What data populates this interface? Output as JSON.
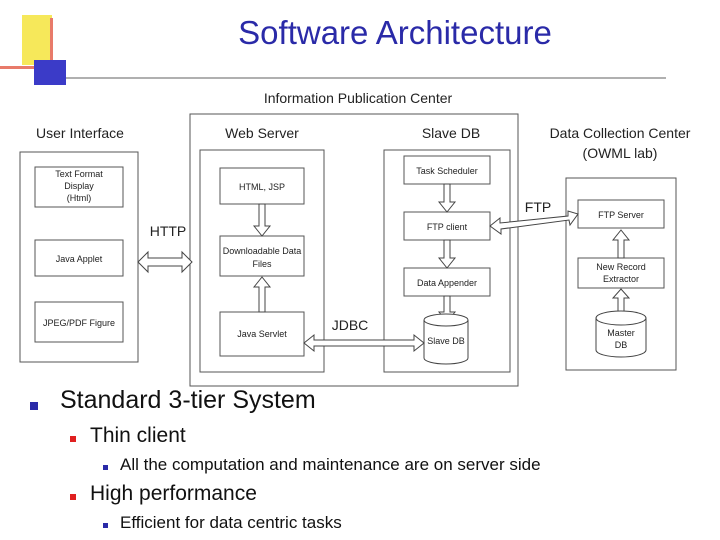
{
  "slide": {
    "title": "Software Architecture"
  },
  "diagram": {
    "info_center_label": "Information Publication Center",
    "user_interface": {
      "heading": "User Interface",
      "items": [
        "Text Format Display (Html)",
        "Java Applet",
        "JPEG/PDF Figure"
      ]
    },
    "web_server": {
      "heading": "Web Server",
      "items": [
        "HTML, JSP",
        "Downloadable Data Files",
        "Java Servlet"
      ]
    },
    "slave_db": {
      "heading": "Slave DB",
      "items": [
        "Task Scheduler",
        "FTP client",
        "Data Appender",
        "Slave DB"
      ]
    },
    "data_collection": {
      "heading_line1": "Data Collection Center",
      "heading_line2": "(OWML lab)",
      "items": [
        "FTP Server",
        "New Record Extractor",
        "Master DB"
      ]
    },
    "connectors": {
      "http": "HTTP",
      "jdbc": "JDBC",
      "ftp": "FTP"
    }
  },
  "bullets": {
    "level1": "Standard 3-tier System",
    "thin_client": "Thin client",
    "thin_client_detail": "All the computation and maintenance are on server side",
    "high_perf": "High performance",
    "high_perf_detail": "Efficient for data centric tasks"
  }
}
